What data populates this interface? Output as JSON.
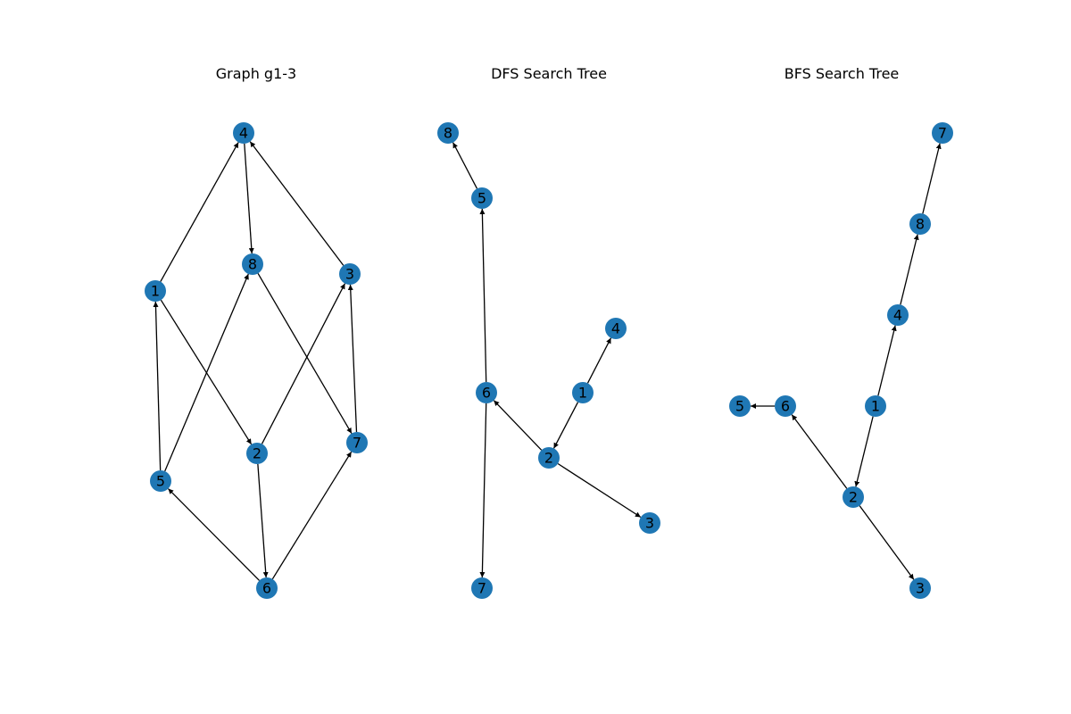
{
  "colors": {
    "node": "#1f77b4",
    "edge": "#000000",
    "label": "#000000",
    "background": "#ffffff"
  },
  "panels": [
    {
      "id": "graph",
      "title": "Graph g1-3",
      "nodes": [
        "1",
        "2",
        "3",
        "4",
        "5",
        "6",
        "7",
        "8"
      ],
      "edges": [
        [
          "1",
          "4"
        ],
        [
          "1",
          "2"
        ],
        [
          "4",
          "8"
        ],
        [
          "3",
          "4"
        ],
        [
          "8",
          "7"
        ],
        [
          "2",
          "3"
        ],
        [
          "2",
          "6"
        ],
        [
          "5",
          "8"
        ],
        [
          "5",
          "1"
        ],
        [
          "6",
          "5"
        ],
        [
          "6",
          "7"
        ],
        [
          "7",
          "3"
        ]
      ]
    },
    {
      "id": "dfs",
      "title": "DFS Search Tree",
      "nodes": [
        "8",
        "5",
        "6",
        "7",
        "1",
        "4",
        "2",
        "3"
      ],
      "edges": [
        [
          "5",
          "8"
        ],
        [
          "6",
          "5"
        ],
        [
          "6",
          "7"
        ],
        [
          "2",
          "6"
        ],
        [
          "1",
          "4"
        ],
        [
          "1",
          "2"
        ],
        [
          "2",
          "3"
        ]
      ]
    },
    {
      "id": "bfs",
      "title": "BFS Search Tree",
      "nodes": [
        "7",
        "8",
        "4",
        "1",
        "6",
        "5",
        "2",
        "3"
      ],
      "edges": [
        [
          "8",
          "7"
        ],
        [
          "4",
          "8"
        ],
        [
          "1",
          "4"
        ],
        [
          "1",
          "2"
        ],
        [
          "2",
          "6"
        ],
        [
          "6",
          "5"
        ],
        [
          "2",
          "3"
        ]
      ]
    }
  ]
}
